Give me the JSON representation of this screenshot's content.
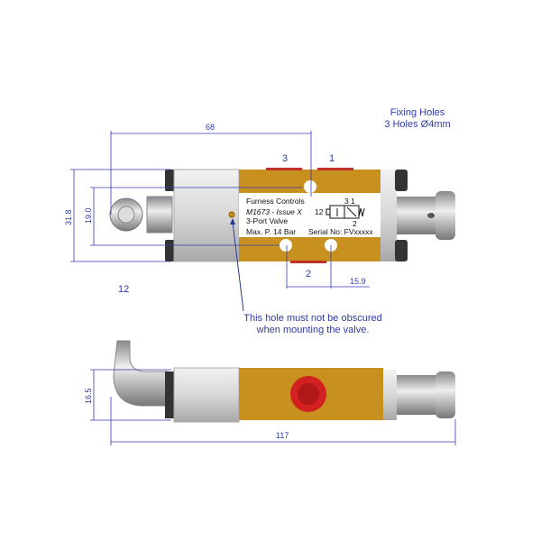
{
  "colors": {
    "body": "#c8901e",
    "dimension": "#3a3ab0",
    "port": "#c0302a"
  },
  "notes": {
    "fixing_title": "Fixing Holes",
    "fixing_detail": "3 Holes Ø4mm",
    "warning_line1": "This hole must not be obscured",
    "warning_line2": "when mounting the valve."
  },
  "label": {
    "company": "Furness Controls",
    "model": "M1673 - Issue X",
    "type": "3-Port Valve",
    "pressure": "Max. P. 14 Bar",
    "serial": "Serial No: FVxxxxx",
    "symbol_port12": "12",
    "symbol_port31": "3 1",
    "symbol_port2": "2"
  },
  "ports": {
    "p3": "3",
    "p1": "1",
    "p2": "2",
    "p12": "12"
  },
  "dimensions": {
    "d68": "68",
    "d318": "31.8",
    "d190": "19.0",
    "d159": "15.9",
    "d165": "16.5",
    "d117": "117"
  }
}
